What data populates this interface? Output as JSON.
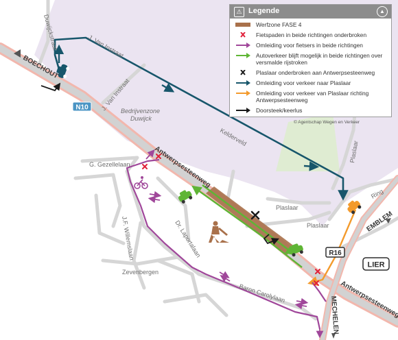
{
  "legend": {
    "title": "Legende",
    "items": [
      {
        "symbol": "werfzone",
        "text": "Werfzone FASE 4"
      },
      {
        "symbol": "red-cross",
        "text": "Fietspaden in beide richtingen onderbroken"
      },
      {
        "symbol": "purple-arrow",
        "text": "Omleiding voor fietsers in beide richtingen"
      },
      {
        "symbol": "green-arrow",
        "text": "Autoverkeer blijft mogelijk in beide richtingen over versmalde rijstroken"
      },
      {
        "symbol": "black-cross",
        "text": "Plaslaar onderbroken aan Antwerpsesteenweg"
      },
      {
        "symbol": "teal-arrow",
        "text": "Omleiding voor verkeer naar Plaslaar"
      },
      {
        "symbol": "orange-arrow",
        "text": "Omleiding voor verkeer van Plaslaar richting Antwerpsesteenweg"
      },
      {
        "symbol": "black-arrow",
        "text": "Doorsteek/keerlus"
      }
    ]
  },
  "copyright": "© Agentschap Wegen en Verkeer",
  "labels": {
    "boechout": "BOECHOUT",
    "n10": "N10",
    "duwijckstraat": "Duwijckstraat",
    "j_van_instraat_1": "J. Van Instraat",
    "j_van_instraat_2": "J. Van Instraat",
    "bedrijvenzone": "Bedrijvenzone",
    "duwijck": "Duwijck",
    "kelderveld": "Kelderveld",
    "plaslaar_side": "Plaslaar",
    "g_gezellelaan": "G. Gezellelaan",
    "antwerpsesteenweg_1": "Antwerpsesteenweg",
    "jf_willemslaan": "J.F. Willemslaan",
    "dr_laportalaan": "Dr. Laportalaan",
    "plaslaar_1": "Plaslaar",
    "plaslaar_2": "Plaslaar",
    "ring": "Ring",
    "emblem": "EMBLEM",
    "r16": "R16",
    "lier": "LIER",
    "zevenbergen": "Zevenbergen",
    "baron_carolylaan": "Baron Carolylaan",
    "mechelen": "MECHELEN",
    "antwerpsesteenweg_2": "Antwerpsesteenweg"
  },
  "colors": {
    "werfzone": "#a9714b",
    "red_cross": "#e0203a",
    "purple": "#a0479a",
    "green": "#5fb535",
    "teal": "#17566b",
    "orange": "#f39a2c",
    "black": "#1a1a1a",
    "industrial_zone": "#ebe4f1",
    "green_area": "#dfecd2",
    "road_casing": "#f2b7ad",
    "road_fill": "#d2d2d2",
    "n10_badge": "#4b95c4",
    "r16_badge": "#2d2d2d"
  },
  "icons": {
    "legend_logo": "road-works-sign-icon",
    "north_arrow": "north-arrow-icon",
    "worker": "road-worker-icon",
    "car": "car-icon",
    "bicycle": "bicycle-icon"
  }
}
